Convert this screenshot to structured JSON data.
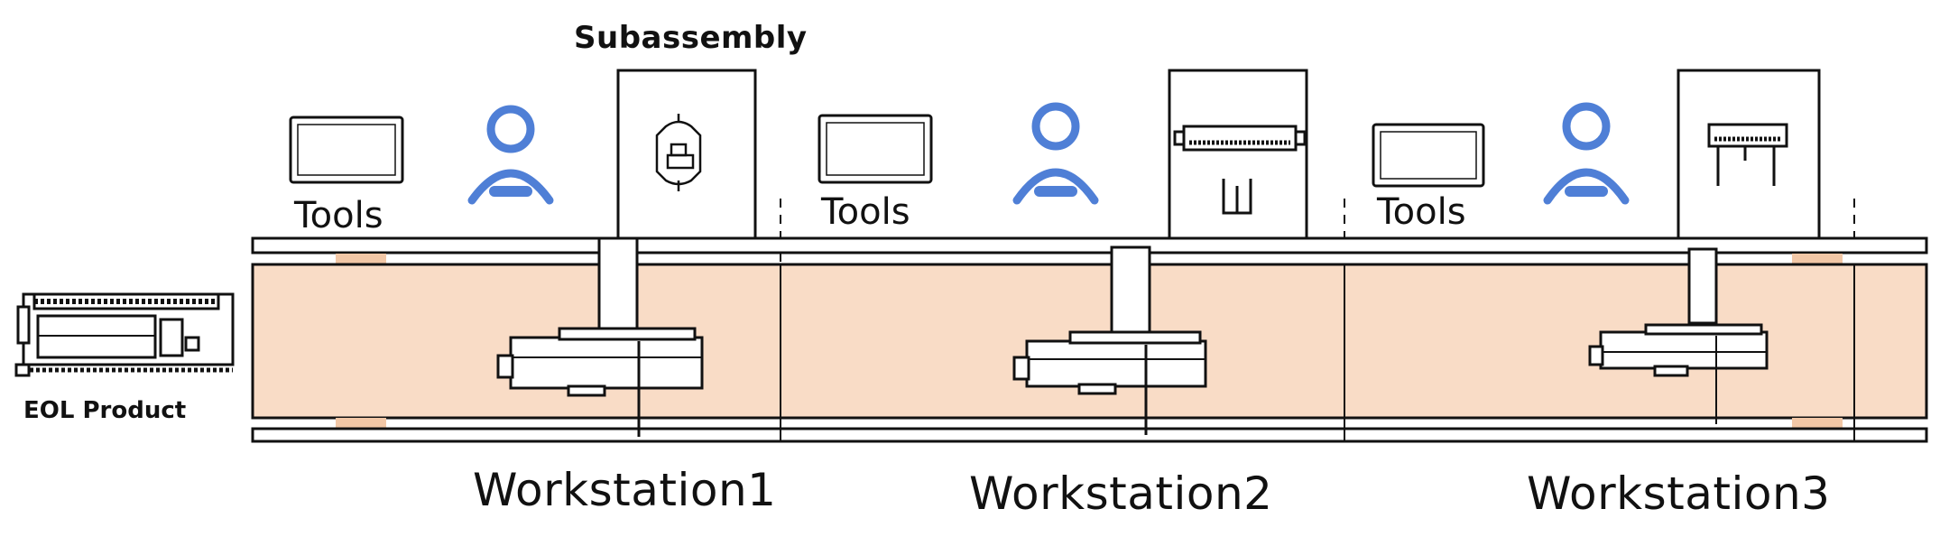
{
  "diagram": {
    "subassembly_label": "Subassembly",
    "eol_label": "EOL Product",
    "colors": {
      "belt": "#f9dcc6",
      "belt_roller": "#f2c7a6",
      "person": "#4f7fd6",
      "line": "#111111"
    },
    "workstations": [
      {
        "label": "Workstation1",
        "tools_label": "Tools",
        "subassembly_icon": "subassembly-part-icon"
      },
      {
        "label": "Workstation2",
        "tools_label": "Tools",
        "subassembly_icon": "rail-clamp-icon"
      },
      {
        "label": "Workstation3",
        "tools_label": "Tools",
        "subassembly_icon": "bracket-icon"
      }
    ]
  }
}
